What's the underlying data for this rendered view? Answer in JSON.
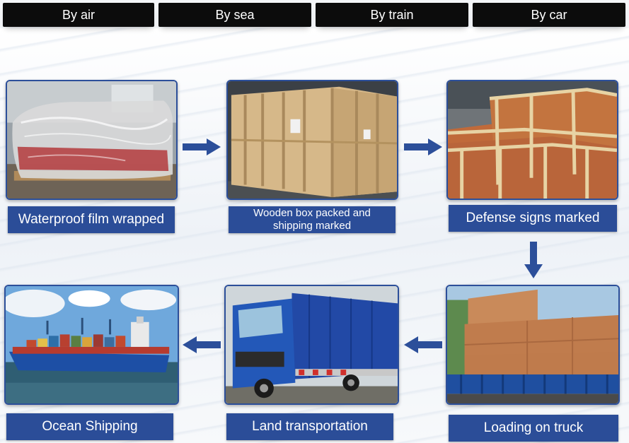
{
  "tabs": [
    "By air",
    "By sea",
    "By train",
    "By car"
  ],
  "steps": [
    {
      "label": "Waterproof film wrapped"
    },
    {
      "label_line1": "Wooden box packed and",
      "label_line2": "shipping marked"
    },
    {
      "label": "Defense signs marked"
    },
    {
      "label": "Ocean Shipping"
    },
    {
      "label": "Land transportation"
    },
    {
      "label": "Loading on truck"
    }
  ],
  "colors": {
    "tab_bg": "#0c0c0c",
    "label_bg": "#2b4d98",
    "arrow": "#2c4f9a",
    "frame": "#2c4f9a"
  },
  "icons": [
    "arrow-right-icon",
    "arrow-down-icon",
    "arrow-left-icon"
  ]
}
